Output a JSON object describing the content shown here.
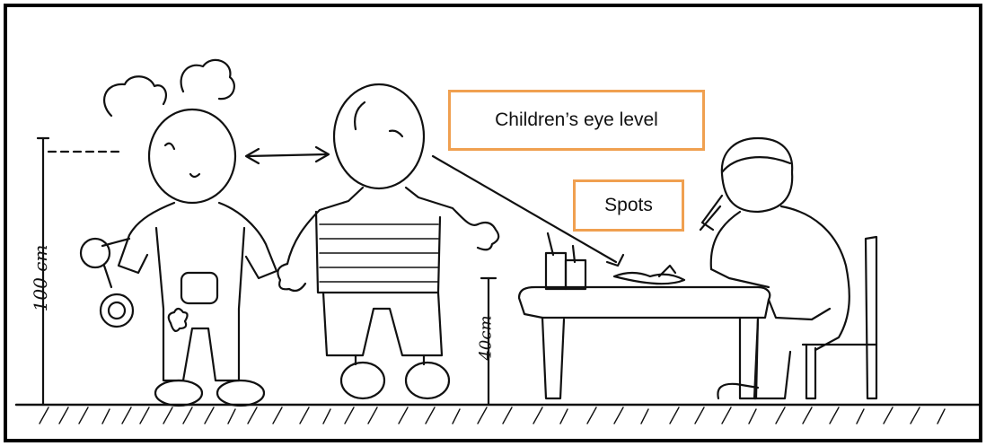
{
  "labels": {
    "eye_level": "Children’s eye level",
    "spots": "Spots",
    "height_100": "100 cm",
    "height_40": "40cm"
  },
  "colors": {
    "callout_border": "#f0a050",
    "ink": "#111111",
    "frame": "#000000"
  }
}
